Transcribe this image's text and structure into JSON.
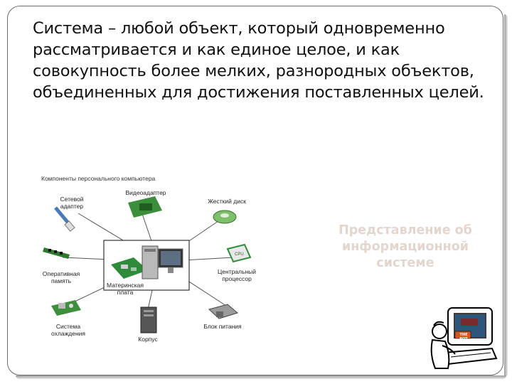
{
  "slide": {
    "definition_text": "Система – любой объект, который одновременно рассматривается и как единое целое, и как совокупность более мелких, разнородных объектов, объединенных для достижения поставленных целей.",
    "side_caption": "Представление об информационной системе"
  },
  "diagram": {
    "title": "Компоненты персонального компьютера",
    "labels": {
      "network_adapter": "Сетевой адаптер",
      "video_adapter": "Видеоадаптер",
      "hard_disk": "Жесткий диск",
      "ram": "Оперативная память",
      "motherboard": "Материнская плата",
      "cpu": "Центральный процессор",
      "cooling": "Система охлаждения",
      "case": "Корпус",
      "power_supply": "Блок питания"
    },
    "chip_text": "CPU"
  },
  "clipart": {
    "sign_text": "THE BOT"
  }
}
